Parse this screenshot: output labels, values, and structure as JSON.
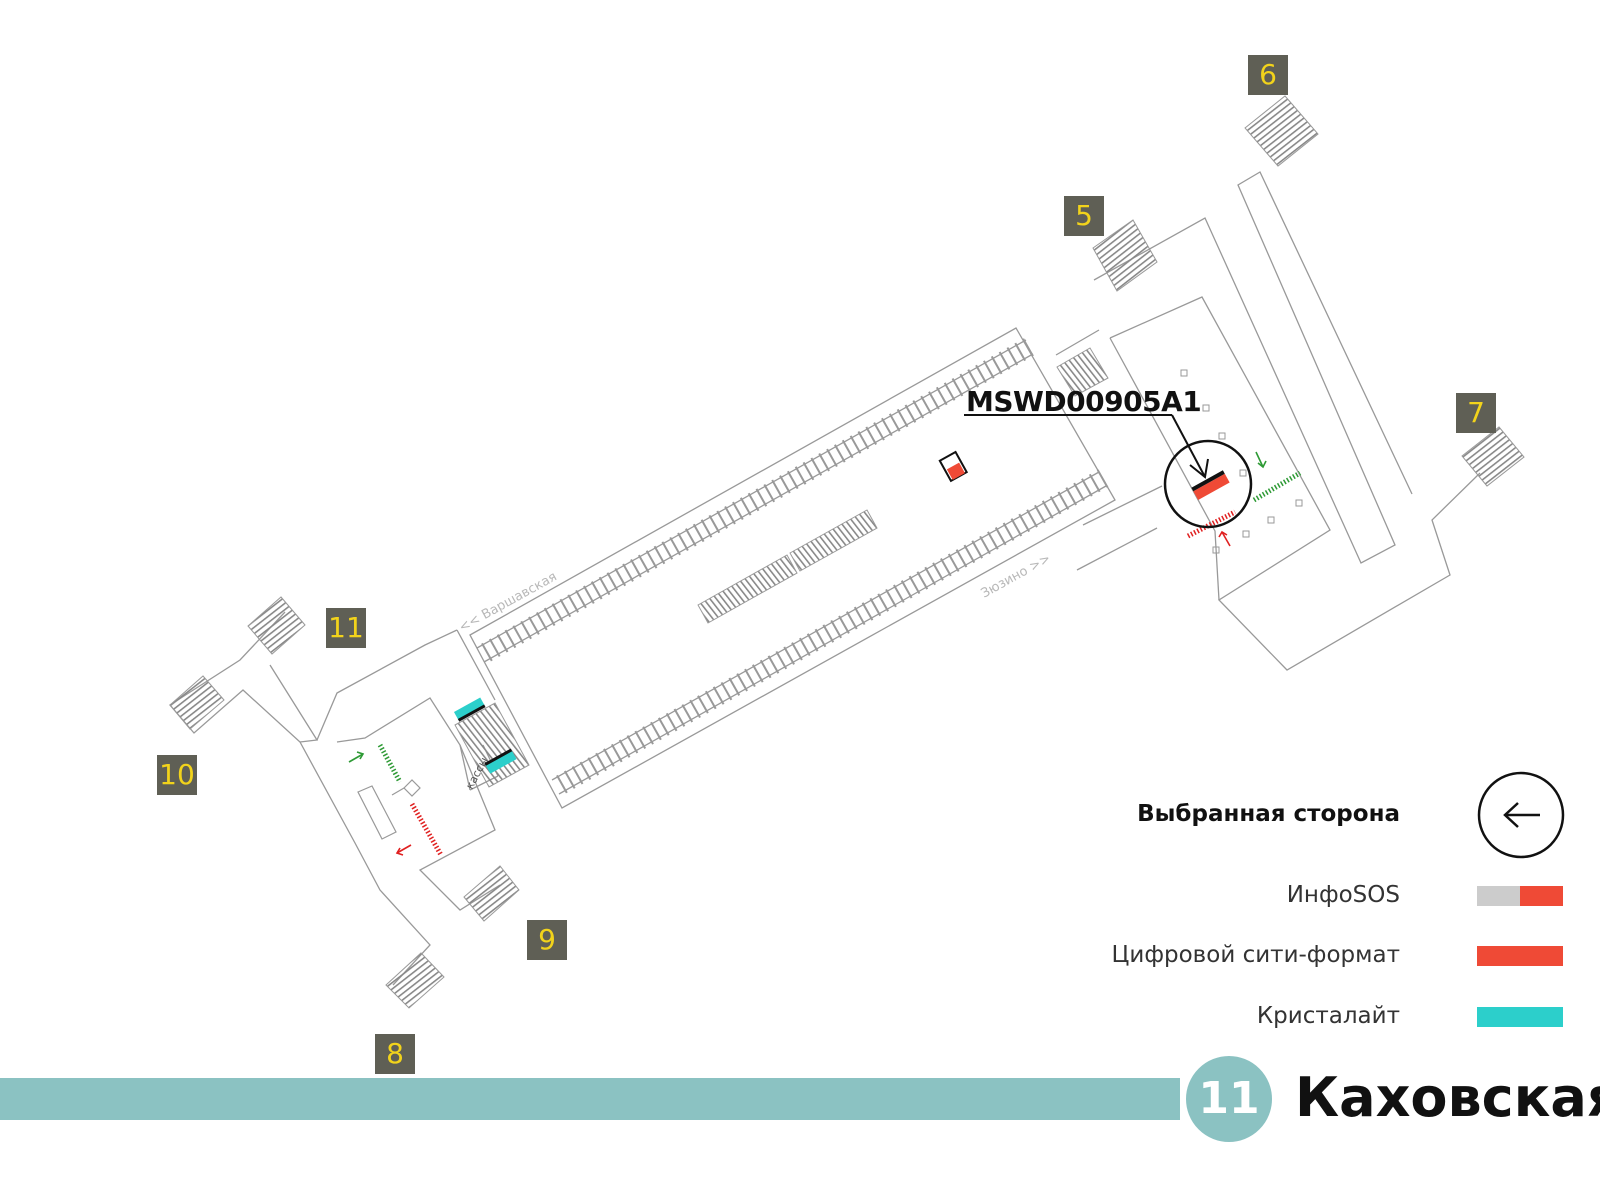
{
  "exits": [
    "5",
    "6",
    "7",
    "8",
    "9",
    "10",
    "11"
  ],
  "ad_code": "MSWD00905A1",
  "directions": {
    "left": "<< Варшавская",
    "right": "Зюзино >>"
  },
  "ticket_office": "кассы",
  "legend": {
    "selected_side": "Выбранная сторона",
    "infosos": "ИнфоSOS",
    "digital_city_format": "Цифровой сити-формат",
    "crystallite": "Кристалайт"
  },
  "colors": {
    "infosos_gray": "#cccccc",
    "digital_red": "#ef4a36",
    "crystallite_cyan": "#2ccfcb",
    "line_teal": "#8bc2c2",
    "exit_badge_bg": "#5f5f55",
    "exit_badge_text": "#f2d31b",
    "entry_green": "#2e9a35",
    "exit_red": "#e02020"
  },
  "line": {
    "number": "11",
    "station": "Каховская"
  }
}
